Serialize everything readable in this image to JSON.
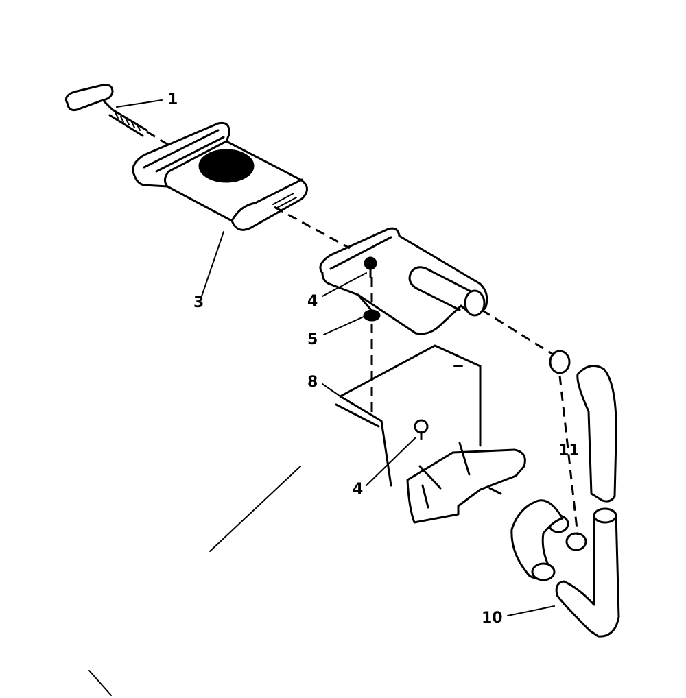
{
  "callouts": {
    "c1": "1",
    "c3": "3",
    "c4a": "4",
    "c5": "5",
    "c8": "8",
    "c4b": "4",
    "c11": "11",
    "c10": "10"
  }
}
